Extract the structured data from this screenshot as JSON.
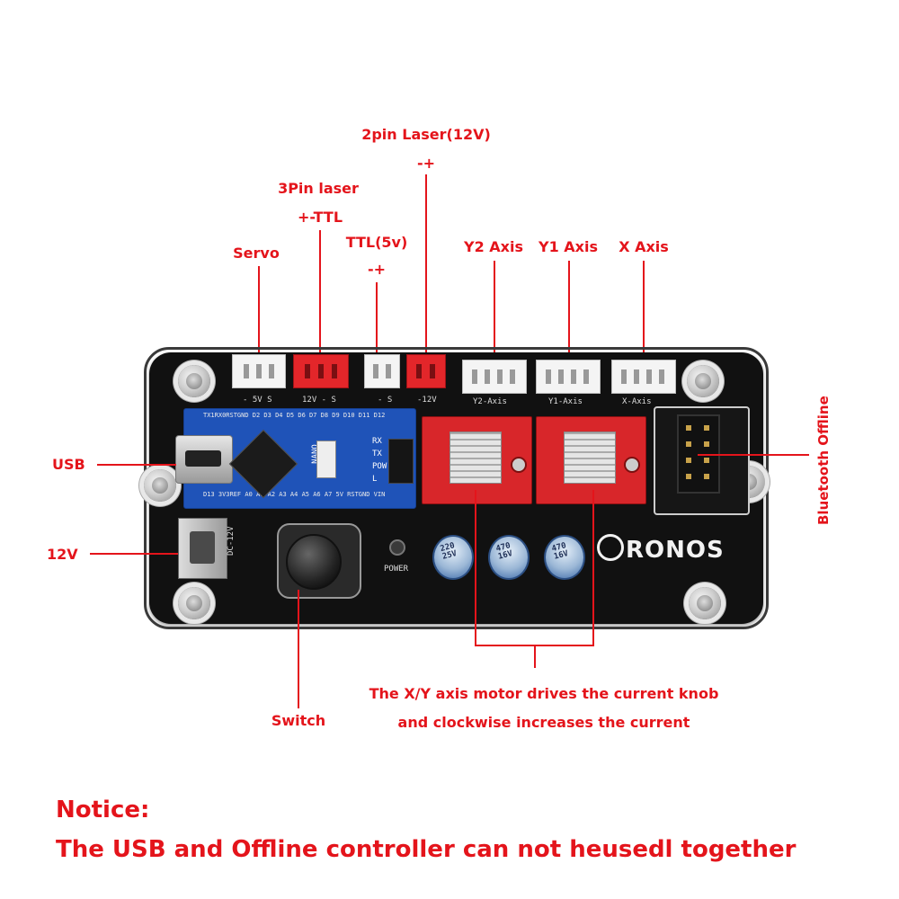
{
  "labels": {
    "laser2pin_title": "2pin Laser(12V)",
    "laser2pin_pol": "-+",
    "laser3pin_title": "3Pin laser",
    "laser3pin_pol": "+-TTL",
    "ttl_title": "TTL(5v)",
    "ttl_pol": "-+",
    "servo": "Servo",
    "y2axis": "Y2 Axis",
    "y1axis": "Y1 Axis",
    "xaxis": "X Axis",
    "usb": "USB",
    "v12": "12V",
    "bluetooth": "Bluetooth Offline",
    "switch": "Switch",
    "current_line1": "The X/Y axis motor drives the current knob",
    "current_line2": "and clockwise increases the current"
  },
  "board": {
    "silk_servo": "- 5V  S",
    "silk_laser3": "12V -  S",
    "silk_ttl": "-  S",
    "silk_laser2": "-12V",
    "silk_y2": "Y2-Axis",
    "silk_y1": "Y1-Axis",
    "silk_x": "X-Axis",
    "silk_dc": "DC-12V",
    "silk_power": "POWER",
    "nano_top": "TX1RX0RSTGND D2 D3 D4 D5 D6 D7 D8 D9 D10 D11 D12",
    "nano_bottom": "D13 3V3REF A0 A1 A2 A3 A4 A5 A6 A7 5V RSTGND VIN",
    "nano_rx": "RX",
    "nano_tx": "TX",
    "nano_pow": "POW",
    "nano_l": "L",
    "nano_brand": "NANO",
    "cap1": "220\n25V",
    "cap2": "470\n16V",
    "cap3": "470\n16V",
    "logo": "RONOS"
  },
  "notice": {
    "title": "Notice:",
    "text": "The USB and Offline controller can not heusedl together"
  },
  "colors": {
    "annotation": "#e4141b",
    "board": "#111111",
    "nano": "#1f53b8",
    "driver": "#d8262a"
  }
}
